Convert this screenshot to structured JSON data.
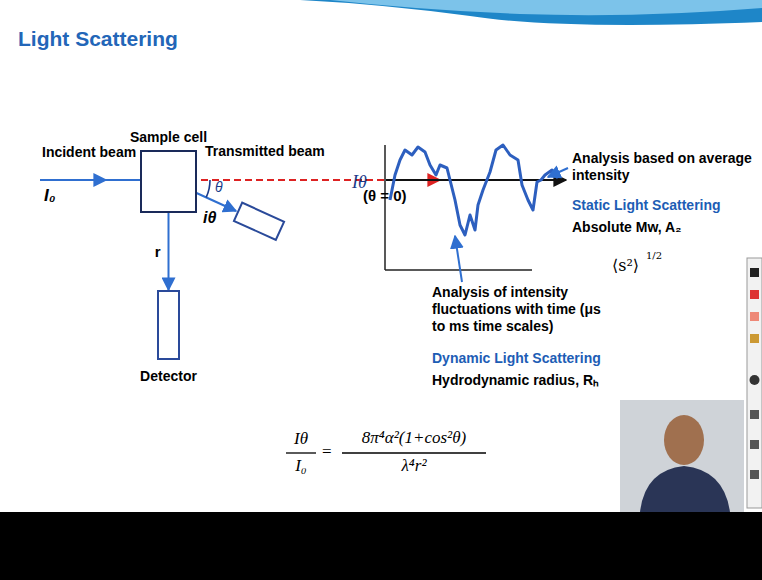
{
  "diagram": {
    "title": "Light Scattering",
    "nodes": [
      {
        "text": [
          "Sample cell"
        ]
      },
      {
        "text": [
          "Detector"
        ]
      }
    ],
    "edges": [
      {
        "from": 0,
        "to": 1,
        "arrow": "to",
        "label": "r"
      }
    ],
    "labels": [
      "Incident beam",
      "I₀",
      "Transmitted beam",
      "(θ = 0)",
      "θ",
      "iθ",
      "Iθ",
      "Analysis based on average intensity",
      "Static Light Scattering",
      "Absolute Mw, A₂",
      "⟨s²⟩",
      "1/2",
      "Analysis of intensity fluctuations with time (μs to ms time scales)",
      "Dynamic Light Scattering",
      "Hydrodynamic radius, Rₕ",
      "Iθ",
      "I₀",
      "=",
      "8π⁴α²(1+cos²θ)",
      "λ⁴r²"
    ]
  }
}
